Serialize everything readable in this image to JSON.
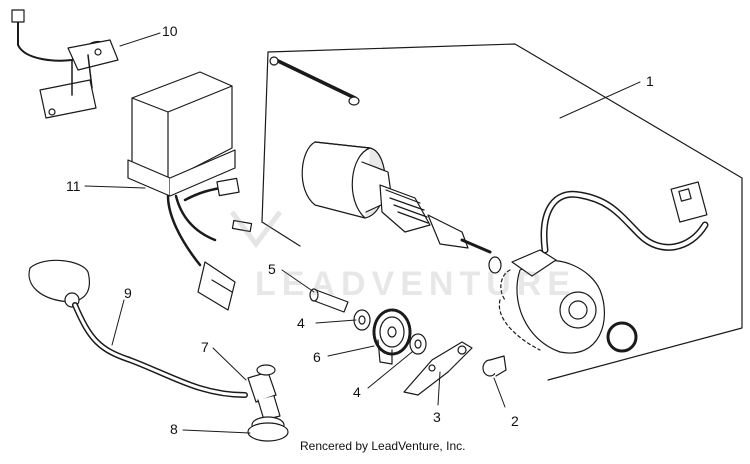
{
  "diagram": {
    "callouts": [
      {
        "id": "1",
        "text": "1"
      },
      {
        "id": "2",
        "text": "2"
      },
      {
        "id": "3",
        "text": "3"
      },
      {
        "id": "4a",
        "text": "4"
      },
      {
        "id": "4b",
        "text": "4"
      },
      {
        "id": "5",
        "text": "5"
      },
      {
        "id": "6",
        "text": "6"
      },
      {
        "id": "7",
        "text": "7"
      },
      {
        "id": "8",
        "text": "8"
      },
      {
        "id": "9",
        "text": "9"
      },
      {
        "id": "10",
        "text": "10"
      },
      {
        "id": "11",
        "text": "11"
      }
    ],
    "watermark": "LEADVENTURE",
    "footer": "Rencered by LeadVenture, Inc."
  },
  "colors": {
    "line": "#1a1a1a",
    "fill": "#ffffff",
    "shade": "#e9e9e9",
    "watermark": "#bdbdbd"
  }
}
